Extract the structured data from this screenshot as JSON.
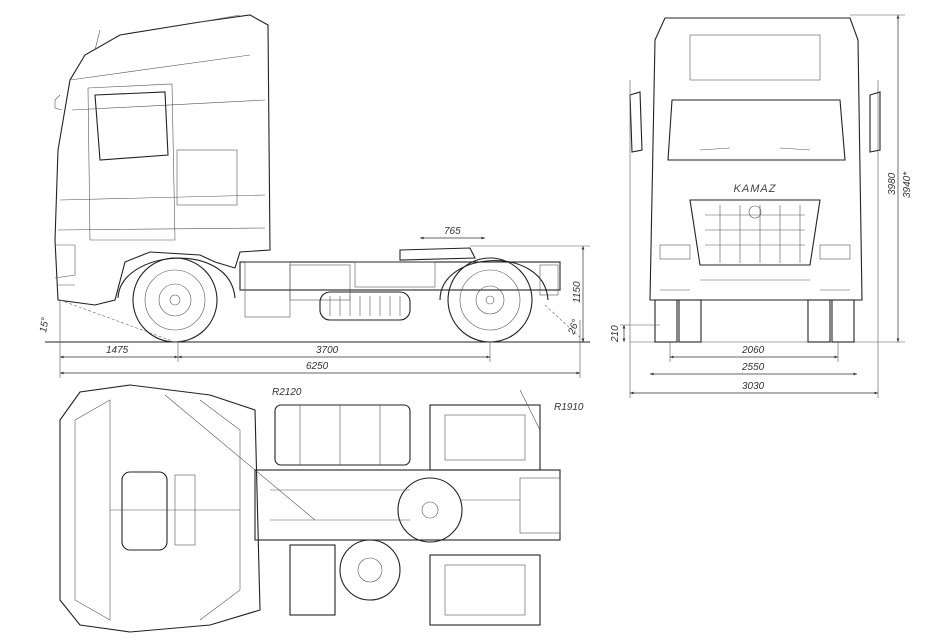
{
  "drawing": {
    "brand_lettering": "KAMAZ",
    "side_view": {
      "dimensions": {
        "fifth_wheel_offset": "765",
        "fifth_wheel_height": "1150",
        "front_overhang": "1475",
        "wheelbase": "3700",
        "overall_length": "6250",
        "approach_angle": "15°",
        "departure_angle": "26°"
      }
    },
    "front_view": {
      "dimensions": {
        "ground_clearance": "210",
        "track_front": "2060",
        "track_rear": "2550",
        "overall_width": "3030",
        "height": "3980",
        "height_alt": "3940*"
      }
    },
    "top_view": {
      "dimensions": {
        "turning_radius_outer": "R2120",
        "turning_radius_rear": "R1910"
      }
    }
  }
}
